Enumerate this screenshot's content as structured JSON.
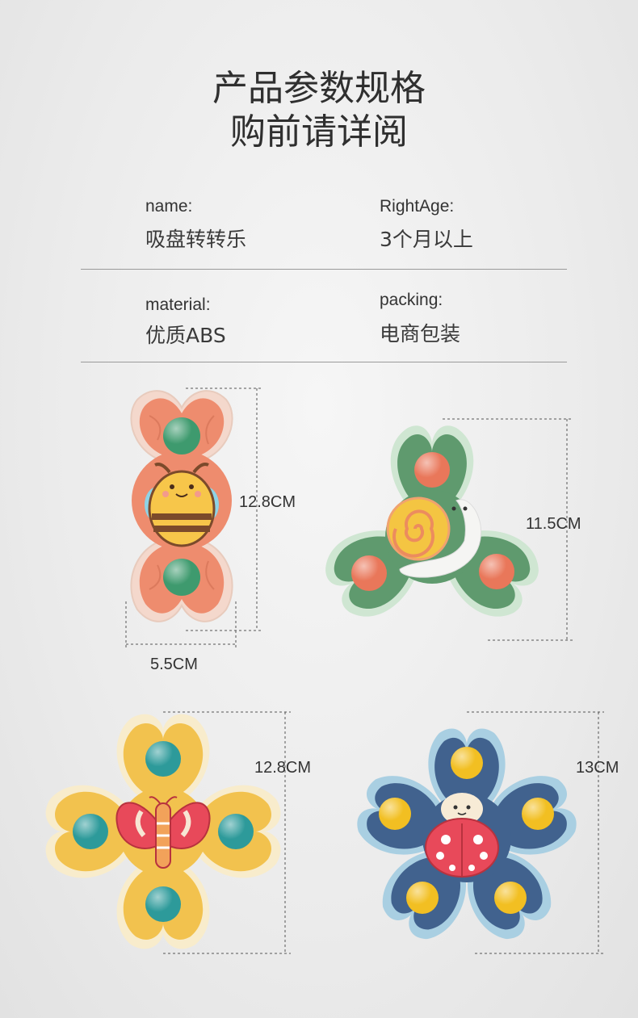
{
  "title": {
    "line1": "产品参数规格",
    "line2": "购前请详阅"
  },
  "specs": {
    "name_label": "name:",
    "name_value": "吸盘转转乐",
    "age_label": "RightAge:",
    "age_value": "3个月以上",
    "material_label": "material:",
    "material_value": "优质ABS",
    "packing_label": "packing:",
    "packing_value": "电商包装"
  },
  "dimensions": {
    "bee_height": "12.8CM",
    "bee_width": "5.5CM",
    "snail_size": "11.5CM",
    "butterfly_size": "12.8CM",
    "ladybug_size": "13CM"
  },
  "colors": {
    "bee_petal": "#ee8c6e",
    "bee_rim": "#f4d8cc",
    "bee_ball": "#3e9a6e",
    "snail_petal": "#5f9a6e",
    "snail_rim": "#cfe6d2",
    "snail_ball": "#e9775a",
    "butterfly_petal": "#f2c24e",
    "butterfly_rim": "#f8eccc",
    "butterfly_ball": "#2d9a9a",
    "ladybug_petal": "#41628e",
    "ladybug_rim": "#a9cfe2",
    "ladybug_ball": "#f2bf22"
  }
}
